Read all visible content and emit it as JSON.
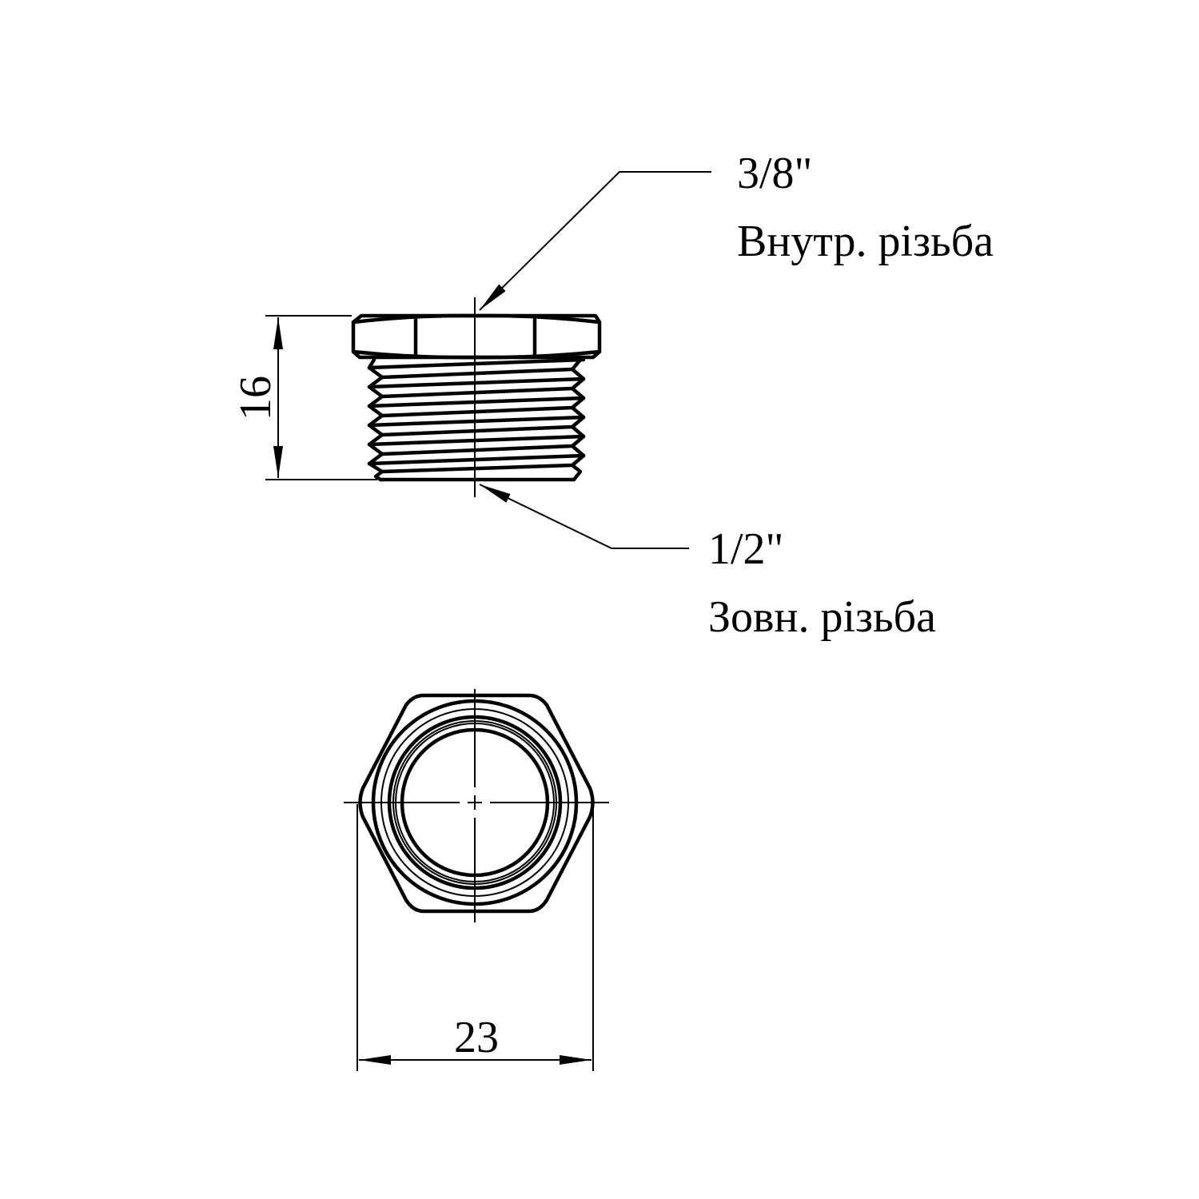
{
  "drawing": {
    "callout_top": {
      "size": "3/8\"",
      "description": "Внутр. різьба"
    },
    "callout_bottom": {
      "size": "1/2\"",
      "description": "Зовн. різьба"
    },
    "dimension_height": "16",
    "dimension_width": "23"
  }
}
